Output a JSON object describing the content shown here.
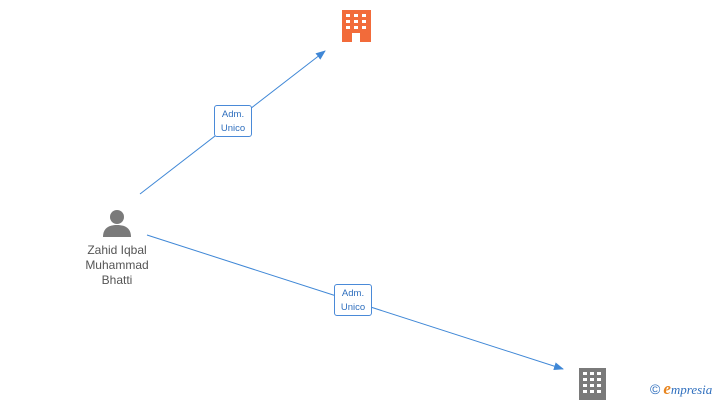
{
  "person": {
    "name_lines": [
      "Zahid Iqbal",
      "Muhammad",
      "Bhatti"
    ],
    "icon": "person-icon"
  },
  "companies": [
    {
      "icon": "building-icon",
      "color": "#f26b3a",
      "role": "primary"
    },
    {
      "icon": "building-icon",
      "color": "#7a7a7a",
      "role": "secondary"
    }
  ],
  "edges": [
    {
      "label_lines": [
        "Adm.",
        "Unico"
      ]
    },
    {
      "label_lines": [
        "Adm.",
        "Unico"
      ]
    }
  ],
  "colors": {
    "edge": "#3f87d6",
    "person": "#7a7a7a"
  },
  "watermark": {
    "copyright": "©",
    "brand_initial": "e",
    "brand_rest": "mpresia"
  }
}
